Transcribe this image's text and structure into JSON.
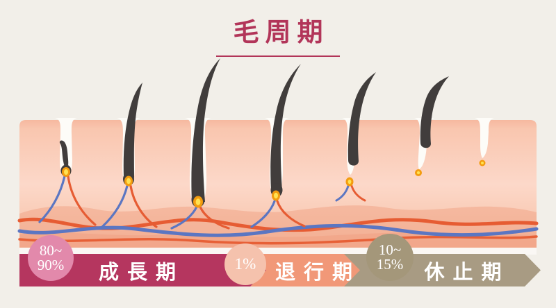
{
  "background": "#f2efe9",
  "title": {
    "text": "毛周期",
    "color": "#b23559"
  },
  "phases": [
    {
      "label": "成長期",
      "bar_color": "#b5365f",
      "badge": {
        "lines": [
          "80~",
          "90%"
        ],
        "color": "#e289ab"
      }
    },
    {
      "label": "退行期",
      "bar_color": "#f19878",
      "badge": {
        "lines": [
          "1%"
        ],
        "color": "#f5c2ad"
      }
    },
    {
      "label": "休止期",
      "bar_color": "#a89b83",
      "badge": {
        "lines": [
          "10~",
          "15%"
        ],
        "color": "#a4977a"
      }
    }
  ],
  "illustration": {
    "stage_count": 7,
    "colors": {
      "skin_top": "#f6b89f",
      "skin_mid": "#fcd8c9",
      "skin_low": "#f8c3aa",
      "dermis_wave": "#f0a184",
      "follicle": "#fdfcf8",
      "hair": "#413d3c",
      "bulb_outer": "#f39c0f",
      "bulb_inner": "#ffe252",
      "artery": "#e65c33",
      "vein": "#5b76c2"
    }
  }
}
